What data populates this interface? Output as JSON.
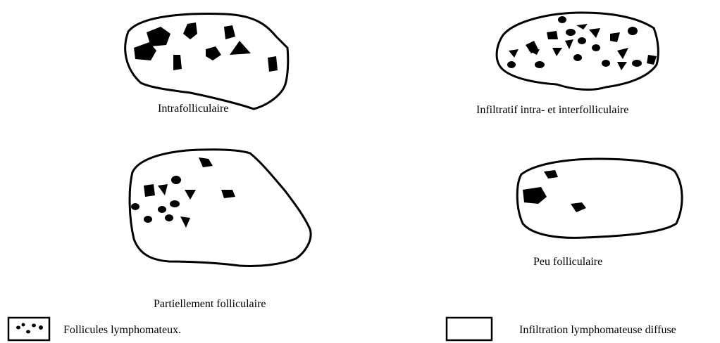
{
  "panels": {
    "intrafolliculaire": "Intrafolliculaire",
    "infiltratif": "Infiltratif intra- et interfolliculaire",
    "partiellement": "Partiellement folliculaire",
    "peu": "Peu folliculaire"
  },
  "legend": {
    "follicules": "Follicules lymphomateux.",
    "diffuse": "Infiltration lymphomateuse diffuse"
  },
  "colors": {
    "stroke": "#000000",
    "fill": "#000000",
    "background": "#ffffff"
  }
}
